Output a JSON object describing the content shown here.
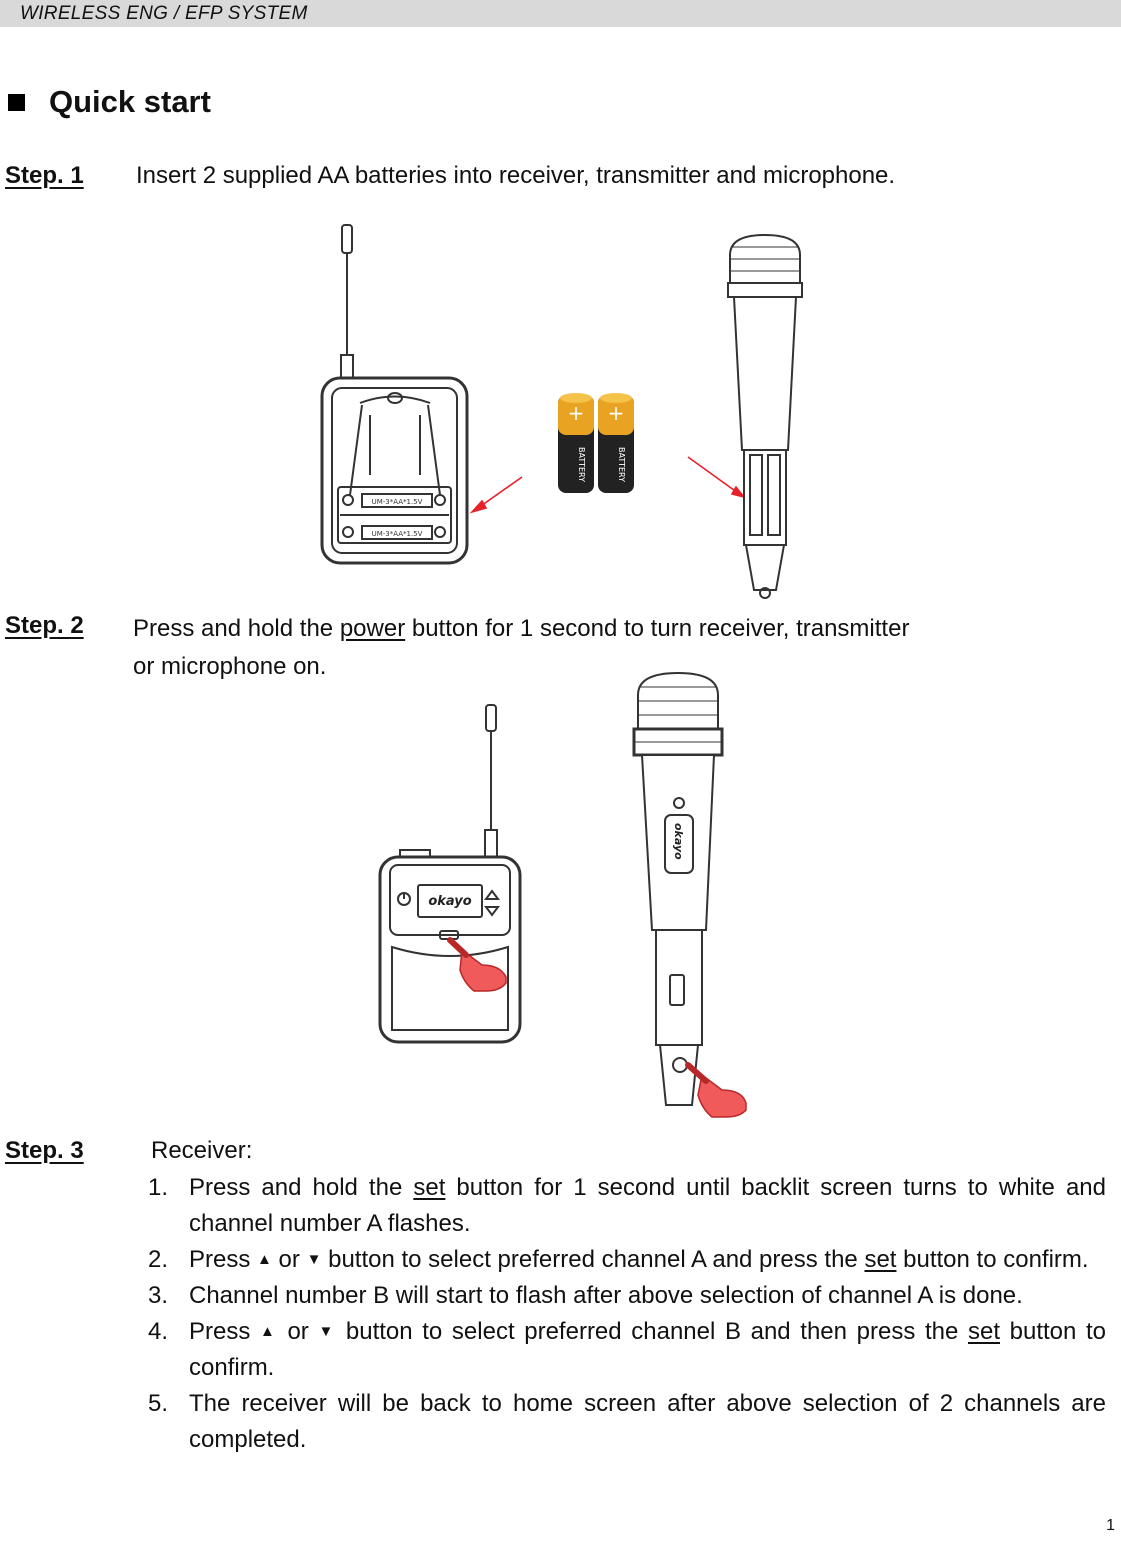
{
  "header": {
    "title": "WIRELESS ENG / EFP SYSTEM"
  },
  "section": {
    "title": "Quick start"
  },
  "step1": {
    "label": "Step. 1",
    "text": "Insert 2 supplied AA batteries into receiver, transmitter and microphone.",
    "battery_marking": "UM-3*AA*1.5V",
    "battery_label": "BATTERY"
  },
  "step2": {
    "label": "Step. 2",
    "text_before": "Press and hold the ",
    "text_link": "power",
    "text_after": " button for 1 second to turn receiver, transmitter",
    "text_line2": "or microphone on.",
    "brand": "okayo"
  },
  "step3": {
    "label": "Step. 3",
    "heading": "Receiver:",
    "items": [
      {
        "num": "1.",
        "a": "Press and hold the ",
        "set": "set",
        "b": " button for 1 second until backlit screen turns to white and channel number A flashes."
      },
      {
        "num": "2.",
        "a": "Press ",
        "up": "▲",
        "mid": " or ",
        "down": "▼",
        "b": " button to select preferred channel A and press the ",
        "set": "set",
        "c": " button to confirm."
      },
      {
        "num": "3.",
        "text": "Channel number B will start to flash after above selection of channel A is done."
      },
      {
        "num": "4.",
        "a": "Press ",
        "up": "▲",
        "mid": " or ",
        "down": "▼",
        "b": " button to select preferred channel B and then press the ",
        "set": "set",
        "c": " button to confirm."
      },
      {
        "num": "5.",
        "text": "The receiver will be back to home screen after above selection of 2 channels are completed."
      }
    ]
  },
  "page": {
    "number": "1"
  },
  "colors": {
    "header_bg": "#d9d9d9",
    "arrow": "#e8202a",
    "hand": "#f05a5a",
    "battery_gold": "#e8a322"
  }
}
